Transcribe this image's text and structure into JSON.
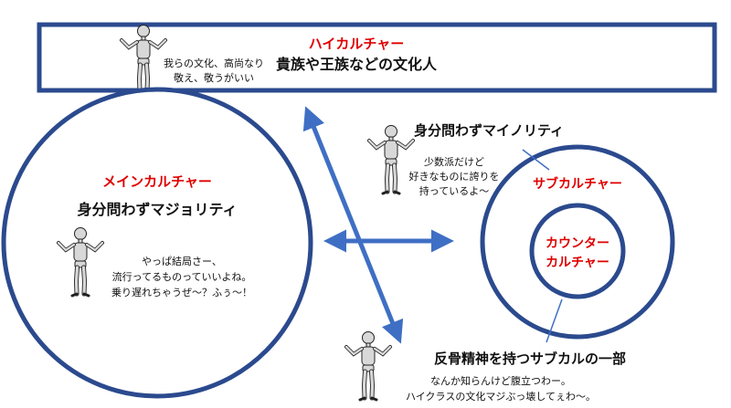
{
  "colors": {
    "frame": "#2b4a8e",
    "arrow": "#3f6fc4",
    "accent_text": "#e00000",
    "body_text": "#111111"
  },
  "high_culture": {
    "title": "ハイカルチャー",
    "subtitle": "貴族や王族などの文化人",
    "quote": [
      "我らの文化、高尚なり",
      "敬え、敬うがいい"
    ]
  },
  "main_culture": {
    "title": "メインカルチャー",
    "subtitle": "身分問わずマジョリティ",
    "quote": [
      "やっぱ結局さー、",
      "流行ってるものっていいよね。",
      "乗り遅れちゃうぜ～？ふぅ～！"
    ]
  },
  "sub_culture": {
    "title": "サブカルチャー",
    "caption": "身分問わずマイノリティ",
    "quote": [
      "少数派だけど",
      "好きなものに誇りを",
      "持っているよ～"
    ]
  },
  "counter_culture": {
    "title": [
      "カウンター",
      "カルチャー"
    ],
    "caption": "反骨精神を持つサブカルの一部",
    "quote": [
      "なんか知らんけど腹立つわー。",
      "ハイクラスの文化マジぶっ壊してぇわ～。"
    ]
  },
  "icons": [
    "mannequin-figure",
    "double-headed-arrow"
  ]
}
